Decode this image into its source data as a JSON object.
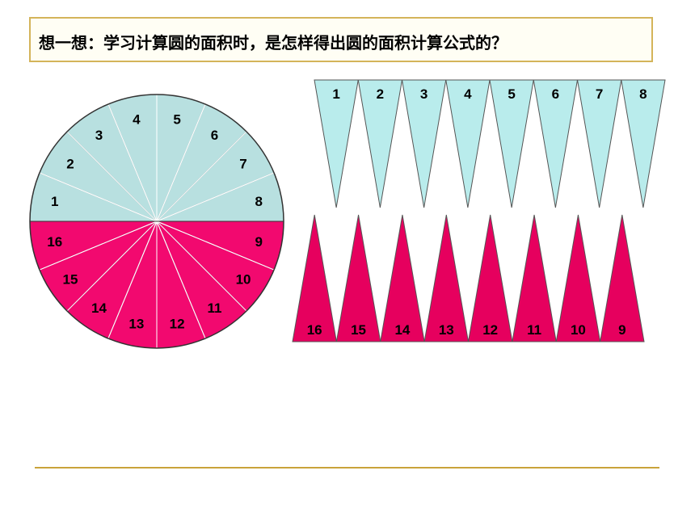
{
  "question": "想一想：学习计算圆的面积时，是怎样得出圆的面积计算公式的？",
  "colors": {
    "upper_half": "#b8e0e0",
    "lower_half": "#f2096f",
    "top_triangles": "#b9ecec",
    "bottom_triangles": "#e6005e",
    "line": "#555555",
    "box_border": "#d4b45a",
    "footer_line": "#c9a33a"
  },
  "circle": {
    "sector_labels_upper": [
      "1",
      "2",
      "3",
      "4",
      "5",
      "6",
      "7",
      "8"
    ],
    "sector_labels_lower": [
      "9",
      "10",
      "11",
      "12",
      "13",
      "14",
      "15",
      "16"
    ]
  },
  "triangles": {
    "top_row_labels": [
      "1",
      "2",
      "3",
      "4",
      "5",
      "6",
      "7",
      "8"
    ],
    "bottom_row_labels": [
      "16",
      "15",
      "14",
      "13",
      "12",
      "11",
      "10",
      "9"
    ]
  }
}
